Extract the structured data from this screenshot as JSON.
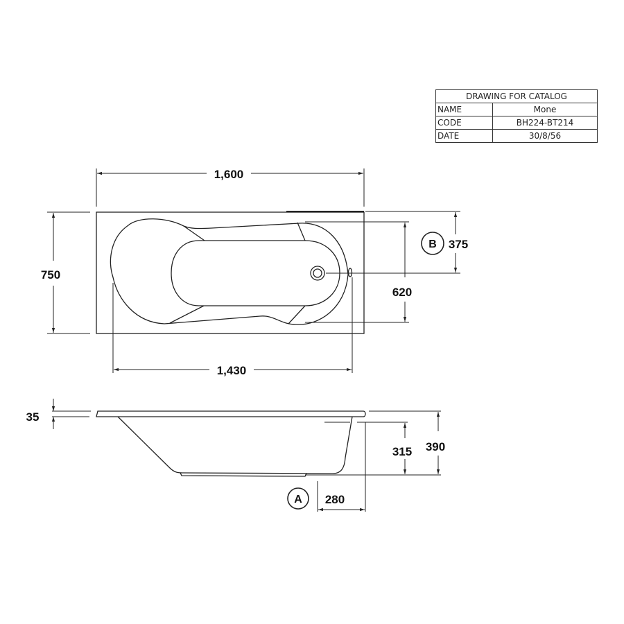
{
  "title_block": {
    "header": "DRAWING FOR CATALOG",
    "rows": [
      {
        "label": "NAME",
        "value": "Mone"
      },
      {
        "label": "CODE",
        "value": "BH224-BT214"
      },
      {
        "label": "DATE",
        "value": "30/8/56"
      }
    ]
  },
  "plan_view": {
    "overall_length": "1,600",
    "overall_width": "750",
    "inner_length": "1,430",
    "inner_width": "620",
    "drain_offset": "375",
    "drain_label": "B"
  },
  "side_view": {
    "rim_thickness": "35",
    "inner_depth": "315",
    "overall_height": "390",
    "drain_distance": "280",
    "drain_label": "A"
  }
}
